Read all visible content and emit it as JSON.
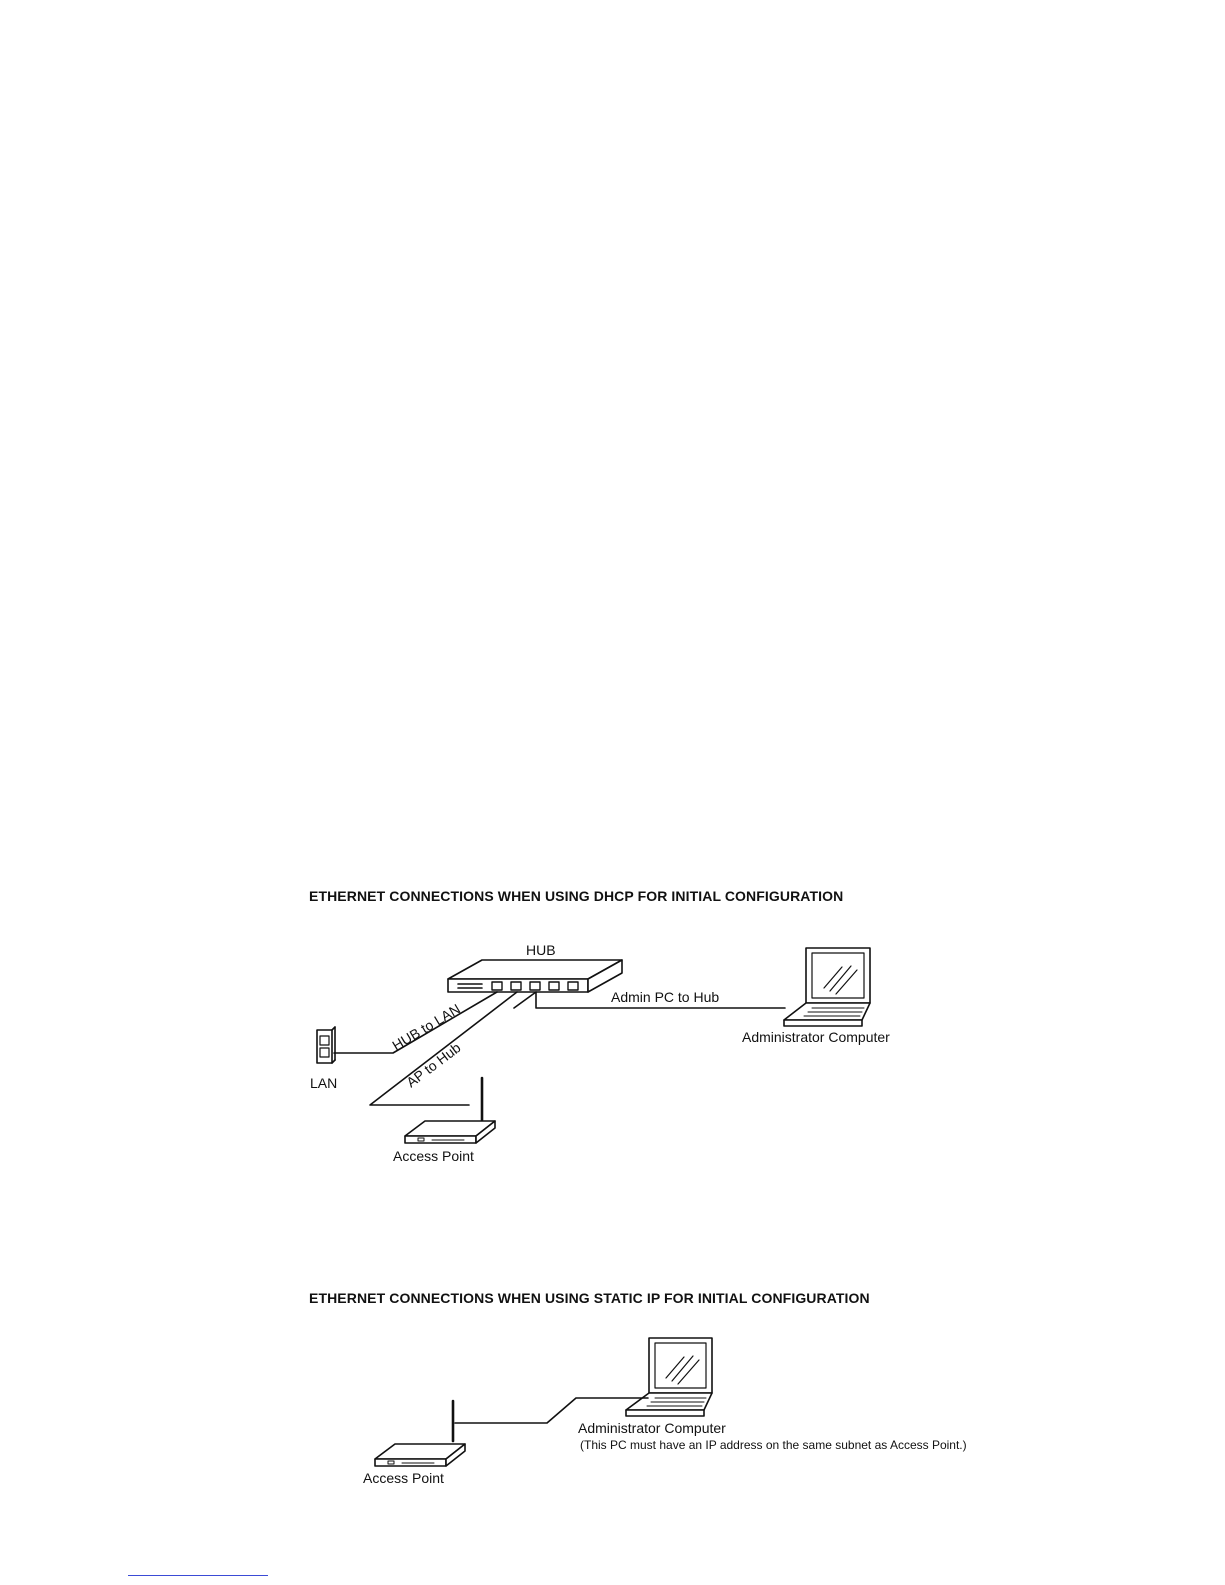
{
  "diagram_dhcp": {
    "heading": "ETHERNET CONNECTIONS WHEN USING DHCP FOR INITIAL CONFIGURATION",
    "hub_label": "HUB",
    "hub_to_lan_label": "HUB to LAN",
    "ap_to_hub_label": "AP to Hub",
    "admin_pc_to_hub_label": "Admin PC to Hub",
    "admin_computer_label": "Administrator Computer",
    "lan_label": "LAN",
    "access_point_label": "Access Point"
  },
  "diagram_static": {
    "heading": "ETHERNET CONNECTIONS WHEN USING STATIC IP FOR INITIAL CONFIGURATION",
    "admin_computer_label": "Administrator Computer",
    "admin_note": "(This PC must have an IP address on the same subnet as Access Point.)",
    "access_point_label": "Access Point"
  },
  "footnote_rule_color": "#3b4bd6"
}
